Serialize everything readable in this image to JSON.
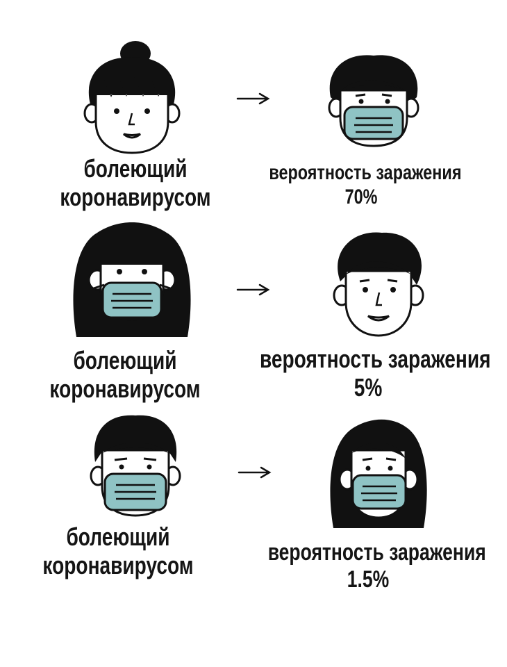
{
  "rows": [
    {
      "sick_line1": "болеющий",
      "sick_line2": "коронавирусом",
      "prob_label": "вероятность заражения",
      "percent": "70%",
      "left_face": "unmasked-face-icon",
      "right_face": "masked-face-icon"
    },
    {
      "sick_line1": "болеющий",
      "sick_line2": "коронавирусом",
      "prob_label": "вероятность заражения",
      "percent": "5%",
      "left_face": "masked-face-icon",
      "right_face": "unmasked-face-icon"
    },
    {
      "sick_line1": "болеющий",
      "sick_line2": "коронавирусом",
      "prob_label": "вероятность заражения",
      "percent": "1.5%",
      "left_face": "masked-face-icon",
      "right_face": "masked-face-icon"
    }
  ],
  "colors": {
    "mask": "#8fc3c4",
    "ink": "#111111",
    "skin": "#ffffff"
  },
  "icons": [
    "arrow-right-icon"
  ]
}
